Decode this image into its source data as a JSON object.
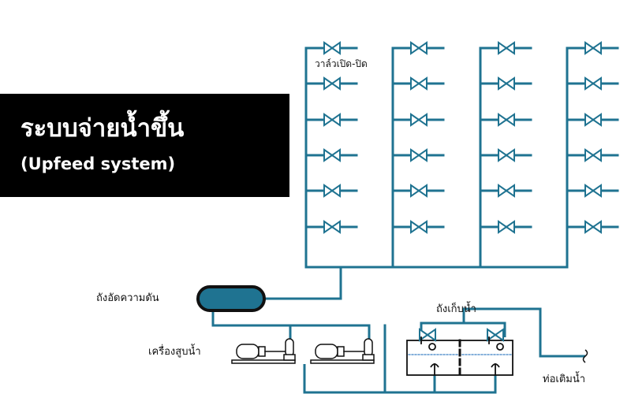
{
  "title": {
    "thai": "ระบบจ่ายน้ำขึ้น",
    "english": "(Upfeed system)"
  },
  "labels": {
    "valve": "วาล์วเปิด-ปิด",
    "pressure_tank": "ถังอัดความดัน",
    "pumps": "เครื่องสูบน้ำ",
    "storage_tank": "ถังเก็บน้ำ",
    "supply_pipe": "ท่อเติมน้ำ"
  },
  "diagram": {
    "riser_count": 4,
    "valves_per_riser": 6,
    "pump_count": 2,
    "colors": {
      "pipe": "#1f7391",
      "pressure_tank_fill": "#1f7391",
      "outline": "#111111",
      "water_line": "#3b7fc4",
      "title_background": "#000000",
      "title_text": "#ffffff"
    }
  }
}
